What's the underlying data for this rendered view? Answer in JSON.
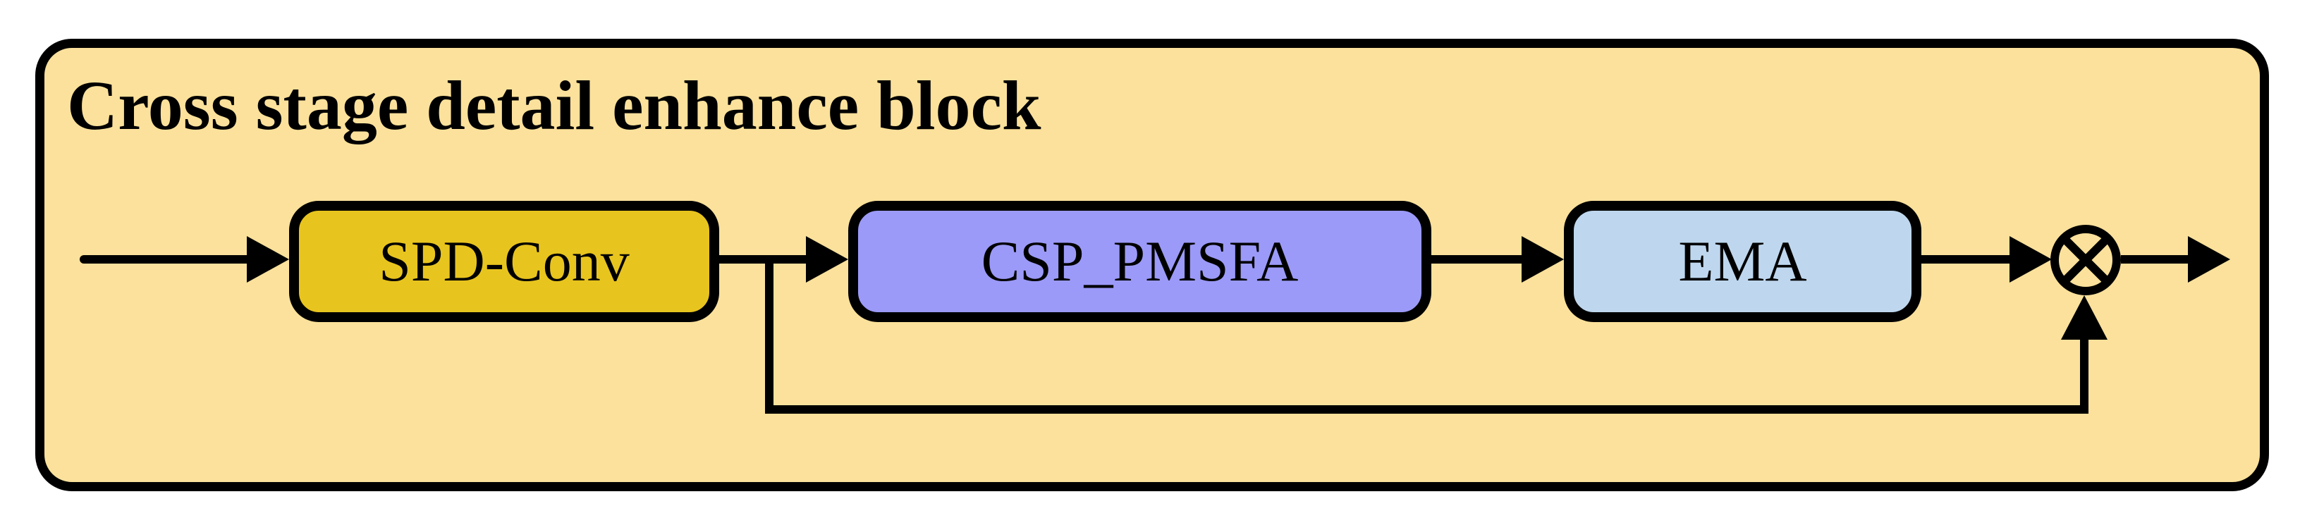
{
  "diagram": {
    "title": "Cross stage detail enhance block",
    "nodes": [
      {
        "id": "spd-conv",
        "label": "SPD-Conv",
        "fill": "#E8C41E"
      },
      {
        "id": "csp-pmsfa",
        "label": "CSP_PMSFA",
        "fill": "#9B9AF8"
      },
      {
        "id": "ema",
        "label": "EMA",
        "fill": "#BED7EE"
      }
    ],
    "operator": {
      "id": "multiply",
      "symbol": "⊗"
    },
    "edges": [
      {
        "from": "input",
        "to": "SPD-Conv",
        "type": "arrow"
      },
      {
        "from": "SPD-Conv",
        "to": "CSP_PMSFA",
        "type": "arrow"
      },
      {
        "from": "CSP_PMSFA",
        "to": "EMA",
        "type": "arrow"
      },
      {
        "from": "EMA",
        "to": "multiply",
        "type": "arrow"
      },
      {
        "from": "SPD-Conv",
        "to": "multiply",
        "type": "skip-connection-arrow"
      },
      {
        "from": "multiply",
        "to": "output",
        "type": "arrow"
      }
    ],
    "colors": {
      "container_fill": "#FBE19B",
      "outline": "#000000",
      "spd_conv_fill": "#E8C41E",
      "csp_pmsfa_fill": "#9B9AF8",
      "ema_fill": "#BED7EE"
    }
  }
}
